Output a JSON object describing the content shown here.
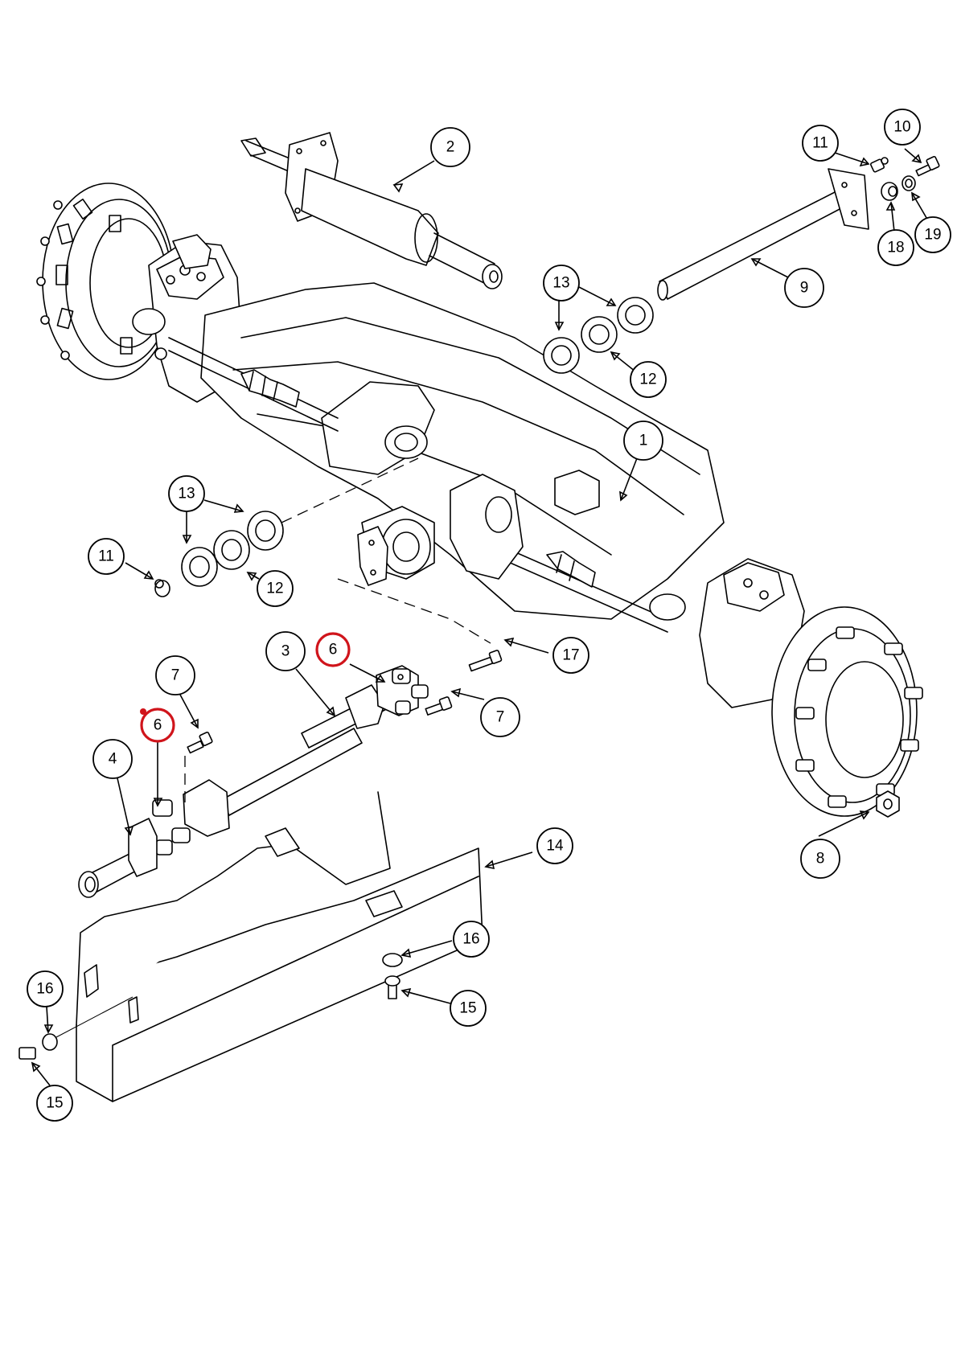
{
  "diagram": {
    "callouts": [
      {
        "id": "c1",
        "label": "1"
      },
      {
        "id": "c2",
        "label": "2"
      },
      {
        "id": "c3",
        "label": "3"
      },
      {
        "id": "c4",
        "label": "4"
      },
      {
        "id": "c6a",
        "label": "6",
        "highlighted": true
      },
      {
        "id": "c6b",
        "label": "6",
        "highlighted": true
      },
      {
        "id": "c7a",
        "label": "7"
      },
      {
        "id": "c7b",
        "label": "7"
      },
      {
        "id": "c8",
        "label": "8"
      },
      {
        "id": "c9",
        "label": "9"
      },
      {
        "id": "c10",
        "label": "10"
      },
      {
        "id": "c11a",
        "label": "11"
      },
      {
        "id": "c11b",
        "label": "11"
      },
      {
        "id": "c12a",
        "label": "12"
      },
      {
        "id": "c12b",
        "label": "12"
      },
      {
        "id": "c13a",
        "label": "13"
      },
      {
        "id": "c13b",
        "label": "13"
      },
      {
        "id": "c14",
        "label": "14"
      },
      {
        "id": "c15a",
        "label": "15"
      },
      {
        "id": "c15b",
        "label": "15"
      },
      {
        "id": "c16a",
        "label": "16"
      },
      {
        "id": "c16b",
        "label": "16"
      },
      {
        "id": "c17",
        "label": "17"
      },
      {
        "id": "c18",
        "label": "18"
      },
      {
        "id": "c19",
        "label": "19"
      }
    ],
    "highlight_color": "#d0141b",
    "line_color": "#000000",
    "background_color": "#ffffff"
  }
}
